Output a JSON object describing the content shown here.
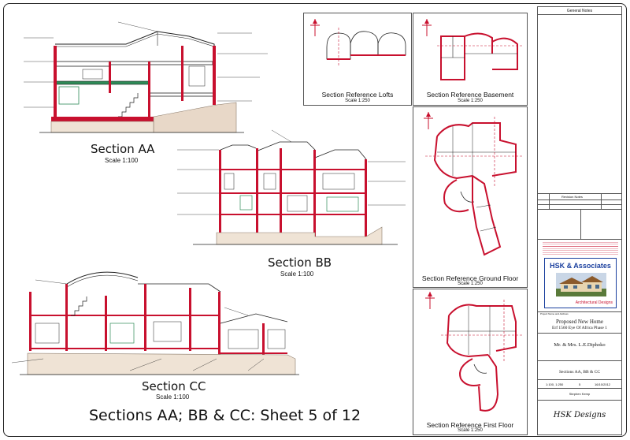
{
  "sections": {
    "aa": {
      "title": "Section AA",
      "scale": "Scale 1:100"
    },
    "bb": {
      "title": "Section BB",
      "scale": "Scale 1:100"
    },
    "cc": {
      "title": "Section CC",
      "scale": "Scale 1:100"
    }
  },
  "references": {
    "lofts": {
      "title": "Section Reference Lofts",
      "scale": "Scale 1:250"
    },
    "basement": {
      "title": "Section Reference Basement",
      "scale": "Scale 1:250"
    },
    "ground": {
      "title": "Section Reference Ground Floor",
      "scale": "Scale 1:250"
    },
    "first": {
      "title": "Section Reference First Floor",
      "scale": "Scale 1:250"
    }
  },
  "sheet_title": "Sections AA; BB & CC: Sheet 5 of 12",
  "title_block": {
    "general_notes": "General Notes",
    "revision_header": "Revision Notes",
    "firm_name": "HSK & Associates",
    "firm_sub": "Architectural Designs",
    "project_label": "Project Name and Address",
    "project_name": "Proposed New Home",
    "project_address": "Erf 1560 Eye Of Africa Phase 1",
    "client": "Mr. & Mrs. L.E.Diphoko",
    "drawing_title": "Sections AA, BB & CC",
    "scale_value": "1:100, 1:250",
    "sheet_no": "5",
    "date": "16/10/2012",
    "drawn_by": "Stephen Kemp",
    "logo_text": "HSK Designs"
  },
  "colors": {
    "wall": "#c8102e",
    "line": "#1a1a1a",
    "ground": "#8a7a6a",
    "blue": "#1a3f9e"
  }
}
